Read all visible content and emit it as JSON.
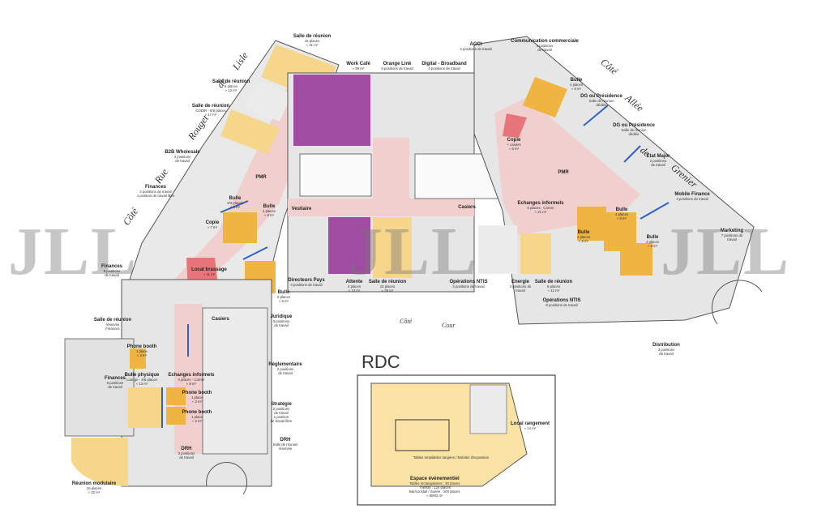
{
  "watermark": {
    "text": "JLL",
    "count": 3
  },
  "streets": {
    "rue_rougetdelisle": [
      "Côté",
      "Rue",
      "Rouget",
      "de",
      "Lisle"
    ],
    "allee_grenier": [
      "Côté",
      "Allée",
      "de",
      "Grenier"
    ]
  },
  "cour": {
    "cote": "Côté",
    "cour": "Cour"
  },
  "rdc": {
    "title": "RDC",
    "local_rangement": {
      "title": "Local rangement",
      "detail": "≈ 14 m²"
    },
    "espace_evenementiel": {
      "title": "Espace évènementiel",
      "lines": [
        "Tables rectangulaires : 30 places",
        "Théâtre : 120 places",
        "Bar/cocktail / Soirée : 200 places",
        "≈ 80/82 m²"
      ]
    },
    "mobilier_note": "Tables empilables rangées / Mobilier d'exposition"
  },
  "rooms": [
    {
      "key": "salle_reunion_top",
      "title": "Salle de réunion",
      "detail": [
        "15 places",
        "≈ 31 m²"
      ]
    },
    {
      "key": "salle_reunion_6",
      "title": "Salle de réunion",
      "detail": [
        "6 places",
        "≈ 12 m²"
      ]
    },
    {
      "key": "salle_reunion_codir",
      "title": "Salle de réunion",
      "detail": [
        "CODIR - 6/8 places",
        "≈ 17 m²"
      ]
    },
    {
      "key": "b2b",
      "title": "B2B Wholesale",
      "detail": [
        "3 positions",
        "de travail"
      ]
    },
    {
      "key": "finances_1",
      "title": "Finances",
      "detail": [
        "2 positions de travail",
        "1 position de travail libre"
      ]
    },
    {
      "key": "pmr_l",
      "title": "PMR",
      "detail": []
    },
    {
      "key": "bulle_l1",
      "title": "Bulle",
      "detail": [
        "2/3 places",
        "≈ 6 m²"
      ]
    },
    {
      "key": "bulle_l2",
      "title": "Bulle",
      "detail": [
        "4 places",
        "≈ 8 m²"
      ]
    },
    {
      "key": "copie_l",
      "title": "Copie",
      "detail": [
        "≈ 7 m²"
      ]
    },
    {
      "key": "local_brassage",
      "title": "Local brassage",
      "detail": [
        "≈ 11 m²"
      ]
    },
    {
      "key": "vestiaire",
      "title": "Vestiaire",
      "detail": []
    },
    {
      "key": "work_cafe",
      "title": "Work Café",
      "detail": [
        "≈ 59 m²"
      ]
    },
    {
      "key": "orange_link",
      "title": "Orange Link",
      "detail": [
        "8 positions de travail"
      ]
    },
    {
      "key": "digital",
      "title": "Digital - Broadband",
      "detail": [
        "4 positions de travail"
      ]
    },
    {
      "key": "agci",
      "title": "AGCI",
      "detail": [
        "3 positions de travail"
      ]
    },
    {
      "key": "communication",
      "title": "Communication commerciale",
      "detail": [
        "4 positions",
        "de travail"
      ]
    },
    {
      "key": "bulle_r1",
      "title": "Bulle",
      "detail": [
        "4 places",
        "≈ 8 m²"
      ]
    },
    {
      "key": "dg_pres_1",
      "title": "DG ou Présidence",
      "detail": [
        "Salle de réunion",
        "dédiée"
      ]
    },
    {
      "key": "dg_pres_2",
      "title": "DG ou Présidence",
      "detail": [
        "Salle de réunion",
        "dédiée"
      ]
    },
    {
      "key": "copie_r",
      "title": "Copie",
      "detail": [
        "+ casiers",
        "≈ 6 m²"
      ]
    },
    {
      "key": "etat_major",
      "title": "Etat Major",
      "detail": [
        "2 positions",
        "de travail"
      ]
    },
    {
      "key": "mobile_finance",
      "title": "Mobile Finance",
      "detail": [
        "4 positions de travail"
      ]
    },
    {
      "key": "pmr_r",
      "title": "PMR",
      "detail": []
    },
    {
      "key": "echanges_r",
      "title": "Echanges informels",
      "detail": [
        "6 places - Corner",
        "≈ 21 m²"
      ]
    },
    {
      "key": "casiers_c",
      "title": "Casiers",
      "detail": []
    },
    {
      "key": "bulle_r2",
      "title": "Bulle",
      "detail": [
        "4 places",
        "≈ 8 m²"
      ]
    },
    {
      "key": "bulle_r3",
      "title": "Bulle",
      "detail": [
        "4 places",
        "≈ 8 m²"
      ]
    },
    {
      "key": "bulle_r4",
      "title": "Bulle",
      "detail": [
        "4 places",
        "≈ 8 m²"
      ]
    },
    {
      "key": "marketing",
      "title": "Marketing",
      "detail": [
        "7 positions de",
        "travail"
      ]
    },
    {
      "key": "finances_2",
      "title": "Finances",
      "detail": [
        "8 positions",
        "de travail"
      ]
    },
    {
      "key": "directeurs_pays",
      "title": "Directeurs Pays",
      "detail": [
        "4 positions de travail"
      ]
    },
    {
      "key": "attente",
      "title": "Attente",
      "detail": [
        "4 places",
        "≈ 13 m²"
      ]
    },
    {
      "key": "salle_reunion_c",
      "title": "Salle de réunion",
      "detail": [
        "15 places",
        "≈ 39 m²"
      ]
    },
    {
      "key": "operations_ntis_1",
      "title": "Opérations NTIS",
      "detail": [
        "4 positions de travail"
      ]
    },
    {
      "key": "energie",
      "title": "Energie",
      "detail": [
        "3 positions de",
        "travail"
      ]
    },
    {
      "key": "salle_reunion_r",
      "title": "Salle de réunion",
      "detail": [
        "6 places",
        "≈ 12 m²"
      ]
    },
    {
      "key": "operations_ntis_2",
      "title": "Opérations NTIS",
      "detail": [
        "8 positions de travail"
      ]
    },
    {
      "key": "bulle_c",
      "title": "Bulle",
      "detail": [
        "2 places",
        "≈ 6 m²"
      ]
    },
    {
      "key": "juridique",
      "title": "Juridique",
      "detail": [
        "3 positions",
        "de travail"
      ]
    },
    {
      "key": "distribution",
      "title": "Distribution",
      "detail": [
        "3 positions",
        "de travail"
      ]
    },
    {
      "key": "salle_reunion_finances",
      "title": "Salle de réunion",
      "detail": [
        "réservée",
        "Finances"
      ]
    },
    {
      "key": "phone_booth_1",
      "title": "Phone booth",
      "detail": [
        "1 place",
        "≈ 3 m²"
      ]
    },
    {
      "key": "casiers_l",
      "title": "Casiers",
      "detail": []
    },
    {
      "key": "finances_3",
      "title": "Finances",
      "detail": [
        "6 positions",
        "de travail"
      ]
    },
    {
      "key": "bulle_physique",
      "title": "Bulle physique",
      "detail": [
        "Lounge - 4/5 places",
        "≈ 13 m²"
      ]
    },
    {
      "key": "echanges_l",
      "title": "Echanges informels",
      "detail": [
        "4 places - Corner",
        "≈ 8 m²"
      ]
    },
    {
      "key": "phone_booth_2",
      "title": "Phone booth",
      "detail": [
        "1 place",
        "≈ 3 m²"
      ]
    },
    {
      "key": "phone_booth_3",
      "title": "Phone booth",
      "detail": [
        "1 place",
        "≈ 3 m²"
      ]
    },
    {
      "key": "reglementaire",
      "title": "Réglementaire",
      "detail": [
        "2 positions",
        "de travail"
      ]
    },
    {
      "key": "strategie",
      "title": "Stratégie",
      "detail": [
        "2 positions",
        "de travail",
        "1 position",
        "de travail libre"
      ]
    },
    {
      "key": "drh_salle",
      "title": "DRH",
      "detail": [
        "Salle de réunion",
        "réservée"
      ]
    },
    {
      "key": "drh",
      "title": "DRH",
      "detail": [
        "3 positions",
        "de travail"
      ]
    },
    {
      "key": "reunion_modulaire",
      "title": "Réunion modulaire",
      "detail": [
        "10 places",
        "≈ 22 m²"
      ]
    }
  ],
  "colors": {
    "corridor": "#f2cfcf",
    "grey": "#dcdcdc",
    "purple": "#a14ca3",
    "yellow": "#f5d68a",
    "orange": "#f0b443",
    "red": "#e8757a",
    "blue": "#2f62c9",
    "walls": "#555555",
    "rdc_floor": "#fbe3a6"
  }
}
